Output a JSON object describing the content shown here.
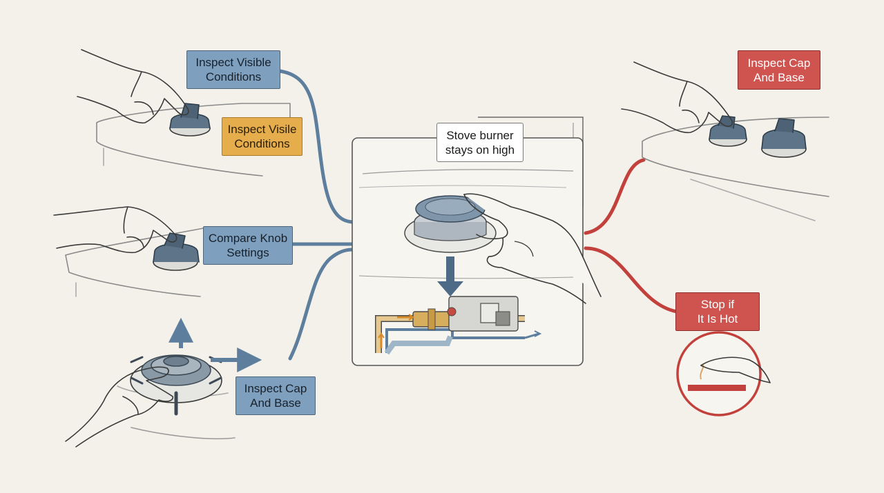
{
  "labels": {
    "inspect_visible_conditions": "Inspect Visible\nConditions",
    "inspect_visile_conditions": "Inspect Visile\nConditions",
    "compare_knob_settings": "Compare Knob\nSettings",
    "inspect_cap_base_left": "Inspect Cap\nAnd Base",
    "stove_burner_stays_on_high": "Stove burner\nstays on high",
    "inspect_cap_base_right": "Inspect Cap\nAnd Base",
    "stop_if_hot": "Stop if\nIt Is Hot"
  },
  "colors": {
    "background": "#f3f1ea",
    "blue": "#7e9fbd",
    "blue_line": "#5d7e9c",
    "orange": "#e5ad4c",
    "red": "#cf5450",
    "red_line": "#c2413c",
    "ink": "#3a3a3a"
  },
  "icons": {
    "left_top": "hand-turning-knob-icon",
    "left_middle": "hand-turning-knob-icon",
    "left_bottom": "hand-on-burner-icon",
    "center": "burner-and-gas-valve-icon",
    "right_top": "hand-turning-knob-icon",
    "right_bottom": "hand-over-hot-surface-icon"
  }
}
